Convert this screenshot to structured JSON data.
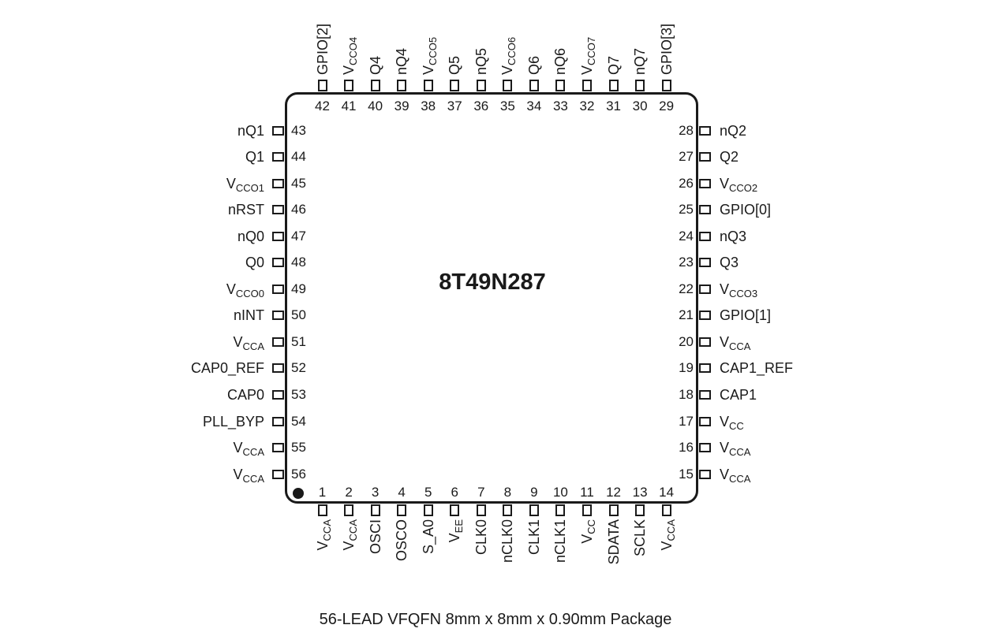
{
  "part_number": "8T49N287",
  "caption": "56-LEAD VFQFN 8mm x 8mm x 0.90mm Package",
  "pins": [
    {
      "n": "1",
      "name": "V",
      "sub": "CCA"
    },
    {
      "n": "2",
      "name": "V",
      "sub": "CCA"
    },
    {
      "n": "3",
      "name": "OSCI",
      "sub": ""
    },
    {
      "n": "4",
      "name": "OSCO",
      "sub": ""
    },
    {
      "n": "5",
      "name": "S_A0",
      "sub": ""
    },
    {
      "n": "6",
      "name": "V",
      "sub": "EE"
    },
    {
      "n": "7",
      "name": "CLK0",
      "sub": ""
    },
    {
      "n": "8",
      "name": "nCLK0",
      "sub": ""
    },
    {
      "n": "9",
      "name": "CLK1",
      "sub": ""
    },
    {
      "n": "10",
      "name": "nCLK1",
      "sub": ""
    },
    {
      "n": "11",
      "name": "V",
      "sub": "CC"
    },
    {
      "n": "12",
      "name": "SDATA",
      "sub": ""
    },
    {
      "n": "13",
      "name": "SCLK",
      "sub": ""
    },
    {
      "n": "14",
      "name": "V",
      "sub": "CCA"
    },
    {
      "n": "15",
      "name": "V",
      "sub": "CCA"
    },
    {
      "n": "16",
      "name": "V",
      "sub": "CCA"
    },
    {
      "n": "17",
      "name": "V",
      "sub": "CC"
    },
    {
      "n": "18",
      "name": "CAP1",
      "sub": ""
    },
    {
      "n": "19",
      "name": "CAP1_REF",
      "sub": ""
    },
    {
      "n": "20",
      "name": "V",
      "sub": "CCA"
    },
    {
      "n": "21",
      "name": "GPIO[1]",
      "sub": ""
    },
    {
      "n": "22",
      "name": "V",
      "sub": "CCO3"
    },
    {
      "n": "23",
      "name": "Q3",
      "sub": ""
    },
    {
      "n": "24",
      "name": "nQ3",
      "sub": ""
    },
    {
      "n": "25",
      "name": "GPIO[0]",
      "sub": ""
    },
    {
      "n": "26",
      "name": "V",
      "sub": "CCO2"
    },
    {
      "n": "27",
      "name": "Q2",
      "sub": ""
    },
    {
      "n": "28",
      "name": "nQ2",
      "sub": ""
    },
    {
      "n": "29",
      "name": "GPIO[3]",
      "sub": ""
    },
    {
      "n": "30",
      "name": "nQ7",
      "sub": ""
    },
    {
      "n": "31",
      "name": "Q7",
      "sub": ""
    },
    {
      "n": "32",
      "name": "V",
      "sub": "CCO7"
    },
    {
      "n": "33",
      "name": "nQ6",
      "sub": ""
    },
    {
      "n": "34",
      "name": "Q6",
      "sub": ""
    },
    {
      "n": "35",
      "name": "V",
      "sub": "CCO6"
    },
    {
      "n": "36",
      "name": "nQ5",
      "sub": ""
    },
    {
      "n": "37",
      "name": "Q5",
      "sub": ""
    },
    {
      "n": "38",
      "name": "V",
      "sub": "CCO5"
    },
    {
      "n": "39",
      "name": "nQ4",
      "sub": ""
    },
    {
      "n": "40",
      "name": "Q4",
      "sub": ""
    },
    {
      "n": "41",
      "name": "V",
      "sub": "CCO4"
    },
    {
      "n": "42",
      "name": "GPIO[2]",
      "sub": ""
    },
    {
      "n": "43",
      "name": "nQ1",
      "sub": ""
    },
    {
      "n": "44",
      "name": "Q1",
      "sub": ""
    },
    {
      "n": "45",
      "name": "V",
      "sub": "CCO1"
    },
    {
      "n": "46",
      "name": "nRST",
      "sub": ""
    },
    {
      "n": "47",
      "name": "nQ0",
      "sub": ""
    },
    {
      "n": "48",
      "name": "Q0",
      "sub": ""
    },
    {
      "n": "49",
      "name": "V",
      "sub": "CCO0"
    },
    {
      "n": "50",
      "name": "nINT",
      "sub": ""
    },
    {
      "n": "51",
      "name": "V",
      "sub": "CCA"
    },
    {
      "n": "52",
      "name": "CAP0_REF",
      "sub": ""
    },
    {
      "n": "53",
      "name": "CAP0",
      "sub": ""
    },
    {
      "n": "54",
      "name": "PLL_BYP",
      "sub": ""
    },
    {
      "n": "55",
      "name": "V",
      "sub": "CCA"
    },
    {
      "n": "56",
      "name": "V",
      "sub": "CCA"
    }
  ]
}
